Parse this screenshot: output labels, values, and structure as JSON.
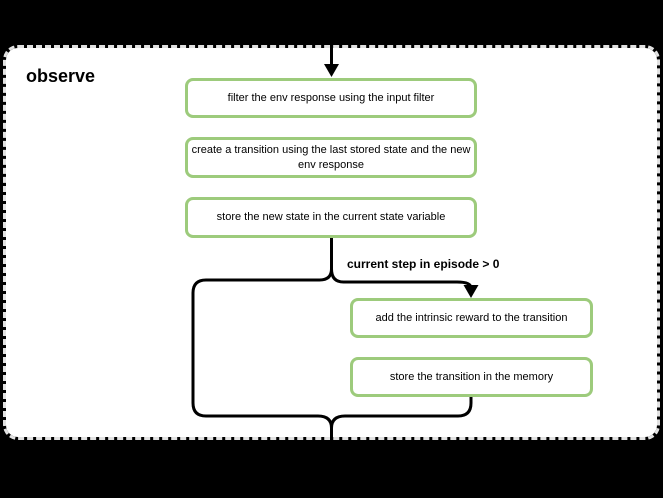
{
  "diagram": {
    "group_label": "observe",
    "condition_label": "current step in episode > 0",
    "main_steps": [
      "filter the env response using the input filter",
      "create a transition using the last stored state and the new env response",
      "store the new state in the current state variable"
    ],
    "branch_steps": [
      "add the intrinsic reward to the transition",
      "store the transition in the memory"
    ],
    "colors": {
      "canvas_bg": "#000000",
      "container_bg": "#ffffff",
      "container_border": "#e2e2e2",
      "node_border": "#9dcb7c",
      "node_bg": "#ffffff",
      "connector": "#000000",
      "text": "#000000"
    }
  }
}
